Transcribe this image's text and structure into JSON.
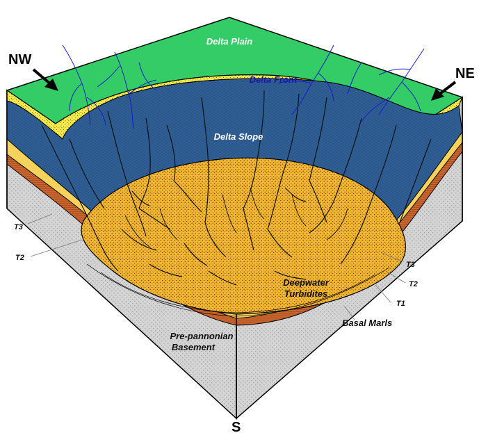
{
  "colors": {
    "delta_plain": "#33cc66",
    "delta_front": "#f5e84a",
    "delta_slope": "#2f5f95",
    "turbidites": "#f2b431",
    "basal_marls": "#c8642e",
    "basement": "#d4d4d4",
    "channels_top": "#1a1ad0",
    "channels_basin": "#111111"
  },
  "labels": {
    "delta_plain": "Delta Plain",
    "delta_front": "Delta Front",
    "delta_slope": "Delta Slope",
    "turbidites_line1": "Deepwater",
    "turbidites_line2": "Turbidites",
    "basal_marls": "Basal Marls",
    "basement_line1": "Pre-pannonian",
    "basement_line2": "Basement",
    "t3_left": "T3",
    "t2_left": "T2",
    "t3_right": "T3",
    "t2_right": "T2",
    "t1_right": "T1"
  },
  "compass": {
    "nw": "NW",
    "ne": "NE",
    "s": "S"
  }
}
